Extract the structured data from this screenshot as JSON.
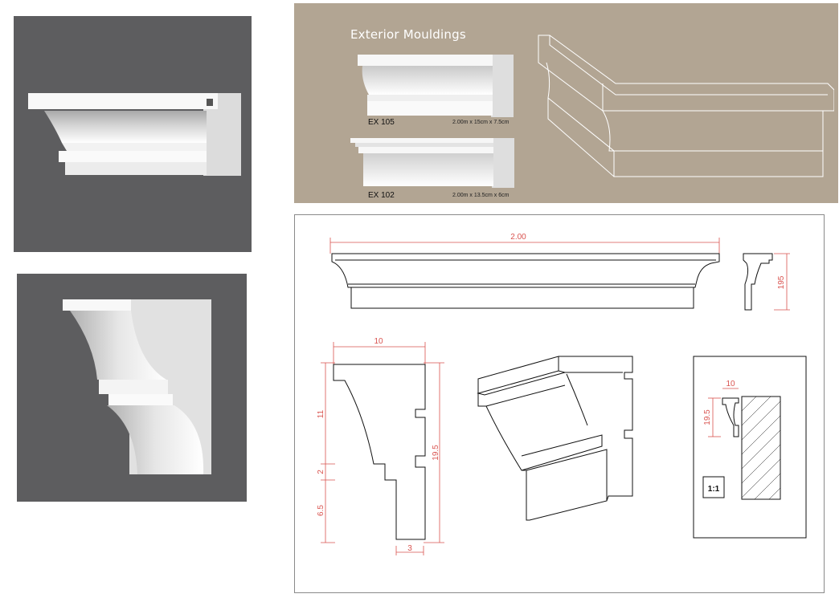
{
  "brochure": {
    "title": "Exterior Mouldings",
    "products": [
      {
        "code": "EX 105",
        "spec": "2.00m x 15cm x 7.5cm"
      },
      {
        "code": "EX 102",
        "spec": "2.00m x 13.5cm x  6cm"
      }
    ]
  },
  "drawing": {
    "front_length": "2.00",
    "side_height": "195",
    "profile": {
      "top_width": "10",
      "dim_upper": "11",
      "dim_mid": "2",
      "dim_lower": "6.5",
      "dim_total": "19.5",
      "bottom_width": "3"
    },
    "detail": {
      "width": "10",
      "height": "19.5",
      "scale": "1:1"
    }
  },
  "colors": {
    "dark_panel": "#5d5d5f",
    "beige_panel": "#b2a593",
    "dimension_red": "#d9534f",
    "line_art": "#111111"
  }
}
